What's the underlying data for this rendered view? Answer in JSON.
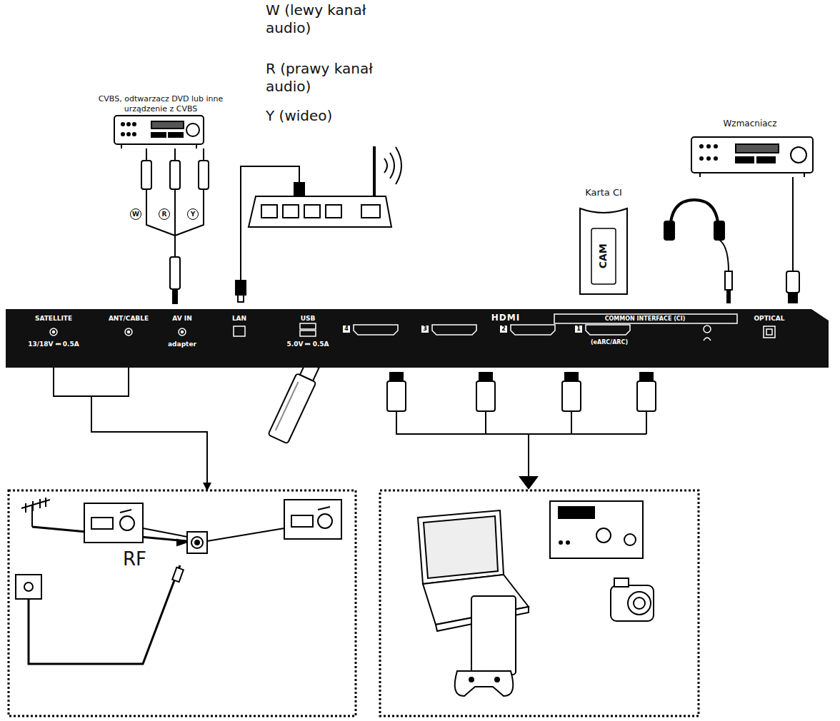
{
  "diagram": {
    "nodes": [
      {
        "text": [
          "SATELLITE",
          "13/18V ⎓ 0.5A",
          "ANT/CABLE",
          "AV IN",
          "adapter",
          "LAN",
          "USB",
          "5.0V ⎓ 0.5A",
          "HDMI",
          "4",
          "3",
          "2",
          "1",
          "(eARC/ARC)",
          "COMMON INTERFACE (CI)",
          "OPTICAL"
        ]
      },
      {
        "text": [
          "Karta CI",
          "CAM"
        ]
      },
      {
        "text": [
          "RF"
        ]
      }
    ],
    "edges": [
      {
        "from": 0,
        "to": 2,
        "arrow": "to"
      }
    ],
    "labels": [
      "W (lewy kanał audio)",
      "R (prawy kanał audio)",
      "Y (wideo)",
      "CVBS, odtwarzacz DVD lub inne urządzenie z CVBS",
      "Wzmacniacz",
      "W",
      "R",
      "Y"
    ]
  }
}
